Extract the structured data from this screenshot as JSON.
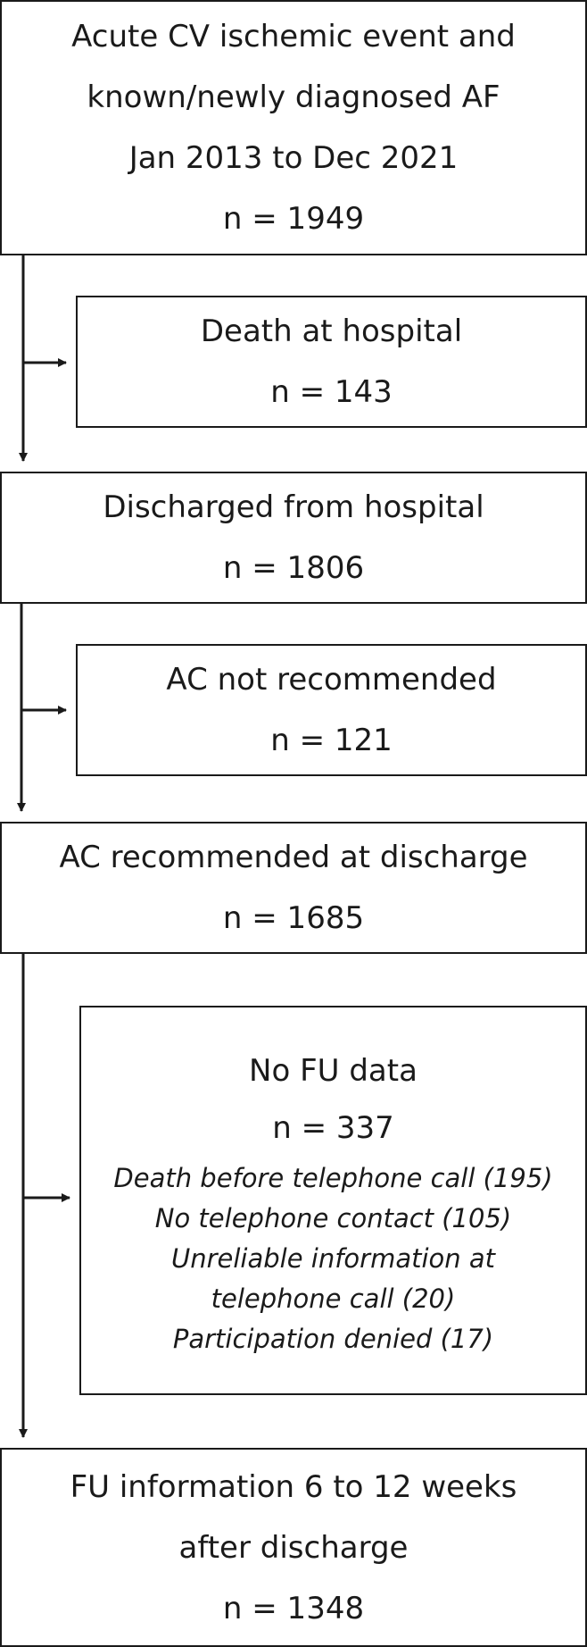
{
  "boxes": {
    "start": {
      "lines": [
        "Acute CV ischemic event and",
        "known/newly diagnosed AF",
        "Jan 2013 to Dec 2021"
      ],
      "n": "n = 1949"
    },
    "death_hospital": {
      "label": "Death at hospital",
      "n": "n = 143"
    },
    "discharged": {
      "label": "Discharged from hospital",
      "n": "n = 1806"
    },
    "ac_not_recommended": {
      "label": "AC not recommended",
      "n": "n = 121"
    },
    "ac_recommended": {
      "label": "AC recommended at discharge",
      "n": "n = 1685"
    },
    "no_fu": {
      "label": "No FU data",
      "n": "n = 337",
      "notes": [
        "Death before telephone call (195)",
        "No telephone contact (105)",
        "Unreliable information at",
        "telephone call (20)",
        "Participation denied (17)"
      ]
    },
    "fu_info": {
      "lines": [
        "FU information 6 to 12 weeks",
        "after discharge"
      ],
      "n": "n = 1348"
    }
  },
  "colors": {
    "stroke": "#1a1a1a",
    "background": "#ffffff"
  }
}
